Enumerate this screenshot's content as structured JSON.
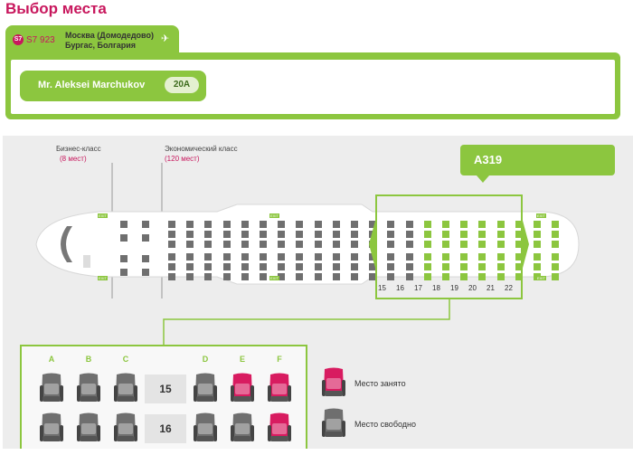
{
  "title": "Выбор места",
  "flight": {
    "airline_logo_text": "S7",
    "code": "S7 923",
    "from": "Москва (Домодедово)",
    "to": "Бургас, Болгария",
    "icon": "plane-icon"
  },
  "passenger": {
    "name": "Mr. Aleksei Marchukov",
    "seat": "20A"
  },
  "cabin": {
    "business_label": "Бизнес-класс",
    "business_count": "(8 мест)",
    "economy_label": "Экономический класс",
    "economy_count": "(120 мест)",
    "aircraft": "A319",
    "exit_label": "EXIT",
    "highlighted_rows": [
      "15",
      "16",
      "17",
      "18",
      "19",
      "20",
      "21",
      "22"
    ]
  },
  "enlarged": {
    "columns_left": [
      "A",
      "B",
      "C"
    ],
    "columns_right": [
      "D",
      "E",
      "F"
    ],
    "rows": [
      {
        "number": "15",
        "seats": [
          "free",
          "free",
          "free",
          "free",
          "occupied",
          "occupied"
        ]
      },
      {
        "number": "16",
        "seats": [
          "free",
          "free",
          "free",
          "free",
          "free",
          "occupied"
        ]
      }
    ]
  },
  "legend": {
    "occupied": "Место занято",
    "free": "Место свободно"
  },
  "colors": {
    "accent_green": "#8cc63f",
    "brand_pink": "#c8175d",
    "seat_free": "#6f6f6f",
    "seat_occupied": "#d81b60"
  }
}
